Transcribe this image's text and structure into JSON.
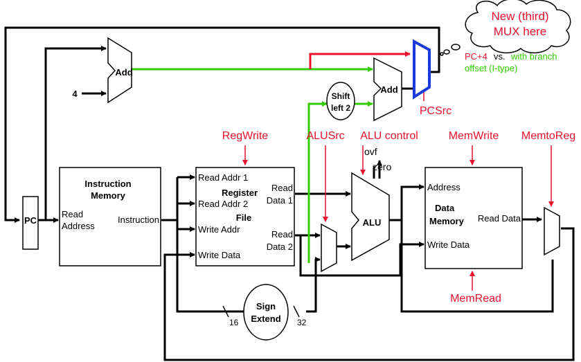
{
  "units": {
    "pc": "PC",
    "add_top": "Add",
    "add_branch": "Add",
    "const_four": "4",
    "shift_line1": "Shift",
    "shift_line2": "left 2",
    "alu": "ALU",
    "sign_line1": "Sign",
    "sign_line2": "Extend",
    "instr_mem_line1": "Instruction",
    "instr_mem_line2": "Memory",
    "regfile_line1": "Register",
    "regfile_line2": "File",
    "data_mem_line1": "Data",
    "data_mem_line2": "Memory"
  },
  "ports": {
    "read_address_1": "Read",
    "read_address_2": "Address",
    "instruction": "Instruction",
    "read_addr_1": "Read Addr 1",
    "read_addr_2": "Read Addr 2",
    "write_addr": "Write Addr",
    "write_data_rf": "Write Data",
    "read_data1_a": "Read",
    "read_data1_b": "Data 1",
    "read_data2_a": "Read",
    "read_data2_b": "Data 2",
    "address": "Address",
    "write_data_mem": "Write Data",
    "read_data_mem": "Read Data",
    "ovf": "ovf",
    "zero": "zero",
    "width16": "16",
    "width32": "32"
  },
  "controls": {
    "regwrite": "RegWrite",
    "alusrc": "ALUSrc",
    "alu_control": "ALU control",
    "memwrite": "MemWrite",
    "memtoreg": "MemtoReg",
    "memread": "MemRead",
    "pcsrc": "PCSrc"
  },
  "callout": {
    "line1": "New (third)",
    "line2": "MUX here",
    "note_a": "PC+4",
    "note_b": "vs.",
    "note_c": "with branch",
    "note_d": "offset (I-type)"
  },
  "colors": {
    "control": "#e8112d",
    "branch_path": "#33cc00",
    "new_mux": "#1a3adb"
  }
}
